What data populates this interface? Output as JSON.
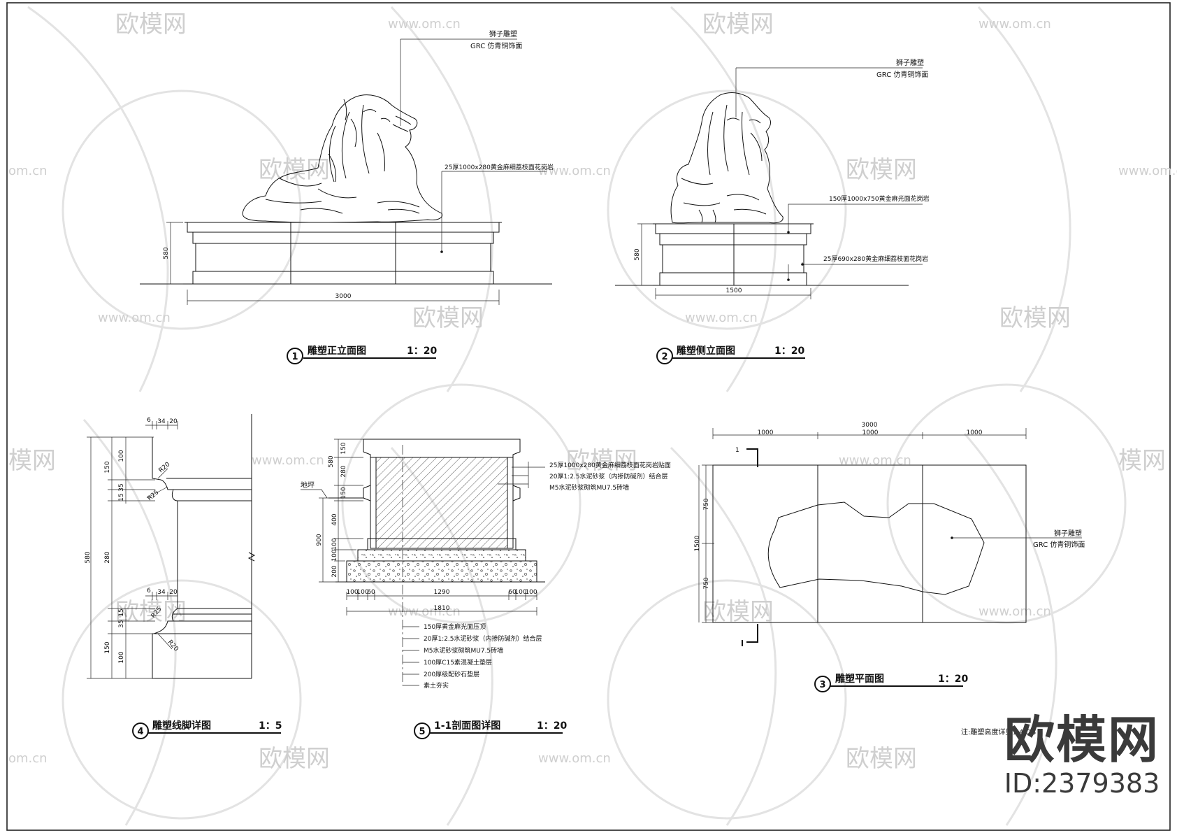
{
  "watermark": {
    "site": "www.om.cn",
    "site_partial": "om.cn",
    "brand": "欧模网",
    "brand_partial": "模网",
    "id_label": "ID:2379383"
  },
  "drawings": {
    "front_elevation": {
      "number": "1",
      "title": "雕塑正立面图",
      "scale": "1：20",
      "label_sculpture": "狮子雕塑",
      "label_finish": "GRC 仿青铜饰面",
      "label_cladding": "25厚1000x280黄金麻细荔枝面花岗岩",
      "dim_height": "580",
      "dim_width": "3000"
    },
    "side_elevation": {
      "number": "2",
      "title": "雕塑侧立面图",
      "scale": "1：20",
      "label_sculpture": "狮子雕塑",
      "label_finish": "GRC 仿青铜饰面",
      "label_cap": "150厚1000x750黄金麻光面花岗岩",
      "label_cladding": "25厚690x280黄金麻细荔枝面花岗岩",
      "dim_height": "580",
      "dim_width": "1500"
    },
    "plan": {
      "number": "3",
      "title": "雕塑平面图",
      "scale": "1：20",
      "dim_total": "3000",
      "dim_seg1": "1000",
      "dim_seg2": "1000",
      "dim_seg3": "1000",
      "dim_depth": "1500",
      "dim_half1": "750",
      "dim_half2": "750",
      "section_mark": "1",
      "label_sculpture": "狮子雕塑",
      "label_finish": "GRC 仿青铜饰面"
    },
    "molding_detail": {
      "number": "4",
      "title": "雕塑线脚详图",
      "scale": "1：5",
      "dims_top": [
        "6",
        "34",
        "20"
      ],
      "dims_bottom": [
        "6",
        "34",
        "20"
      ],
      "dim_total": "580",
      "dim_150a": "150",
      "dim_100a": "100",
      "dim_35a": "35",
      "dim_15a": "15",
      "dim_280": "280",
      "dim_15b": "15",
      "dim_35b": "35",
      "dim_150b": "150",
      "dim_100b": "100",
      "r20a": "R20",
      "r25a": "R25",
      "r25b": "R25",
      "r20b": "R20"
    },
    "section_detail": {
      "number": "5",
      "title": "1-1剖面图详图",
      "scale": "1：20",
      "label_ground": "地坪",
      "dims_left": [
        "150",
        "280",
        "150",
        "400",
        "100",
        "100",
        "200"
      ],
      "dim_left_total": "900",
      "dim_top_580": "580",
      "callouts_right": [
        "25厚1000x280黄金麻细荔枝面花岗岩贴面",
        "20厚1:2.5水泥砂浆（内掺防碱剂）结合层",
        "M5水泥砂浆砌筑MU7.5砖墙"
      ],
      "dims_bottom": [
        "100",
        "100",
        "60",
        "1290",
        "60",
        "100",
        "100"
      ],
      "dim_bottom_total": "1810",
      "callouts_bottom": [
        "150厚黄金麻光面压顶",
        "20厚1:2.5水泥砂浆（内掺防碱剂）结合层",
        "M5水泥砂浆砌筑MU7.5砖墙",
        "100厚C15素混凝土垫层",
        "200厚级配砂石垫层",
        "素土夯实"
      ]
    }
  },
  "note": "注:雕塑高度详见1.4 OB"
}
